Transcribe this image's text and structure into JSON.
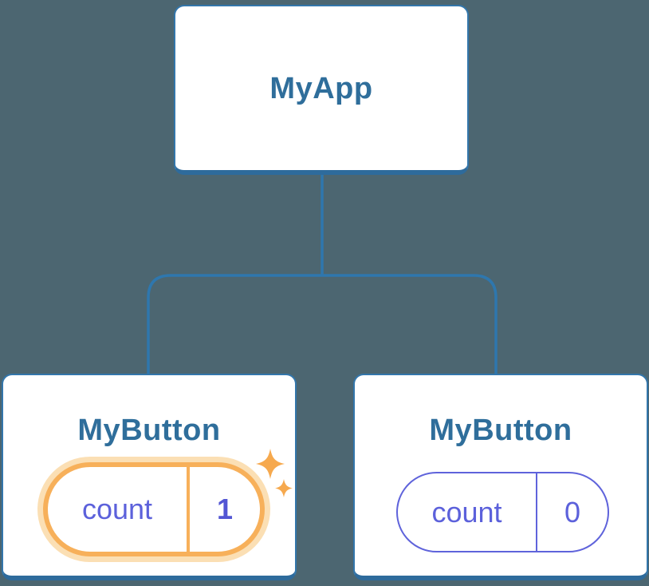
{
  "diagram": {
    "type": "component-tree",
    "root": {
      "label": "MyApp"
    },
    "children": [
      {
        "label": "MyButton",
        "state": {
          "key": "count",
          "value": "1",
          "highlighted": true
        }
      },
      {
        "label": "MyButton",
        "state": {
          "key": "count",
          "value": "0",
          "highlighted": false
        }
      }
    ],
    "icons": {
      "sparkle": "✦"
    },
    "colors": {
      "background": "#4C6671",
      "node_fill": "#FFFFFF",
      "node_border": "#3376AB",
      "node_border_bottom": "#2E6B9C",
      "connector": "#2E77AE",
      "heading_text": "#2F6E9B",
      "state_key_text": "#5C61DB",
      "state_value_text": "#5356D4",
      "plain_pill_border": "#5F63DB",
      "highlight_ring": "#F7B05A",
      "highlight_halo": "#FBDFB4",
      "sparkle": "#F6A94E"
    }
  }
}
